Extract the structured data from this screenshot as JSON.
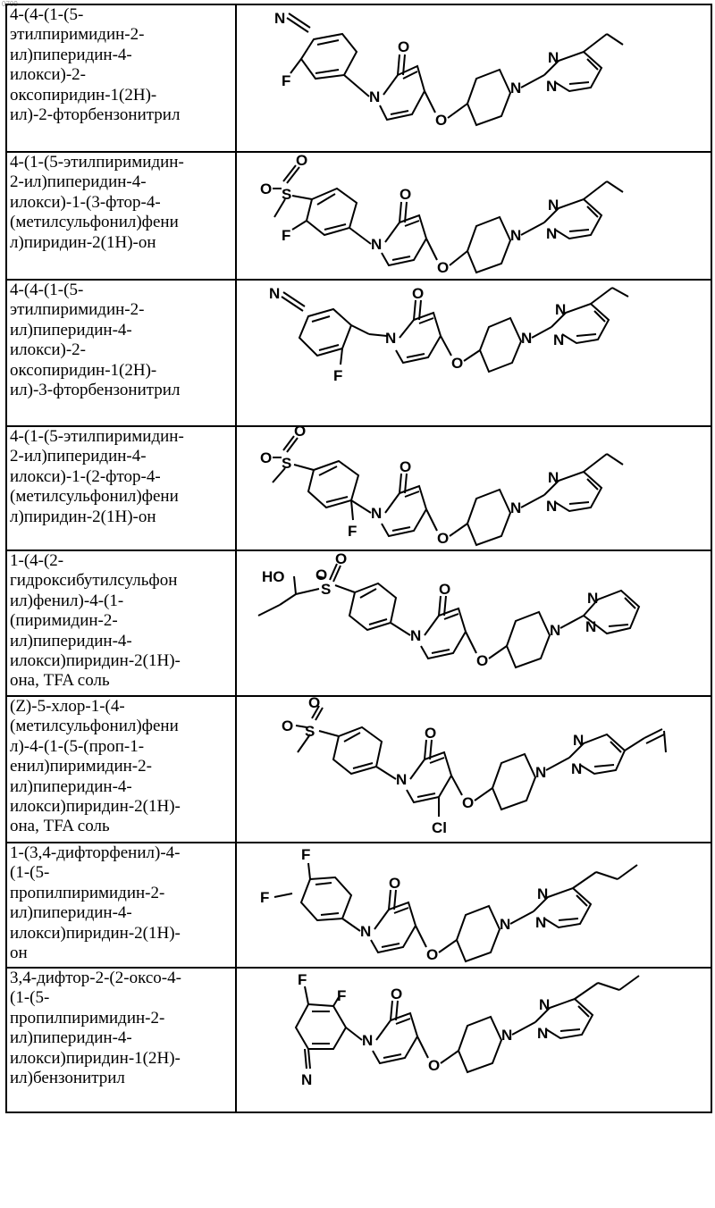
{
  "page_number": "0709",
  "compounds": [
    {
      "name": "4-(4-(1-(5-\nэтилпиримидин-2-\nил)пиперидин-4-\nилокси)-2-\nоксопиридин-1(2H)-\nил)-2-фторбензонитрил",
      "atoms": {
        "nitrile_n": "N",
        "fluoro": "F",
        "pyridone_n": "N",
        "carbonyl_o": "O",
        "ether_o": "O",
        "piperidine_n": "N",
        "pyrimidine_n1": "N",
        "pyrimidine_n2": "N"
      }
    },
    {
      "name": "4-(1-(5-этилпиримидин-\n2-ил)пиперидин-4-\nилокси)-1-(3-фтор-4-\n(метилсульфонил)фени\nл)пиридин-2(1H)-он",
      "atoms": {
        "sulfur": "S",
        "sulfonyl_o1": "O",
        "sulfonyl_o2": "O",
        "fluoro": "F",
        "pyridone_n": "N",
        "carbonyl_o": "O",
        "ether_o": "O",
        "piperidine_n": "N",
        "pyrimidine_n1": "N",
        "pyrimidine_n2": "N"
      }
    },
    {
      "name": "4-(4-(1-(5-\nэтилпиримидин-2-\nил)пиперидин-4-\nилокси)-2-\nоксопиридин-1(2H)-\nил)-3-фторбензонитрил",
      "atoms": {
        "nitrile_n": "N",
        "fluoro": "F",
        "pyridone_n": "N",
        "carbonyl_o": "O",
        "ether_o": "O",
        "piperidine_n": "N",
        "pyrimidine_n1": "N",
        "pyrimidine_n2": "N"
      }
    },
    {
      "name": "4-(1-(5-этилпиримидин-\n2-ил)пиперидин-4-\nилокси)-1-(2-фтор-4-\n(метилсульфонил)фени\nл)пиридин-2(1H)-он",
      "atoms": {
        "sulfur": "S",
        "sulfonyl_o1": "O",
        "sulfonyl_o2": "O",
        "fluoro": "F",
        "pyridone_n": "N",
        "carbonyl_o": "O",
        "ether_o": "O",
        "piperidine_n": "N",
        "pyrimidine_n1": "N",
        "pyrimidine_n2": "N"
      }
    },
    {
      "name": "1-(4-(2-\nгидроксибутилсульфон\nил)фенил)-4-(1-\n(пиримидин-2-\nил)пиперидин-4-\nилокси)пиридин-2(1H)-\nона, TFA соль",
      "atoms": {
        "hydroxyl": "HO",
        "sulfur": "S",
        "sulfonyl_o1": "O",
        "sulfonyl_o2": "O",
        "pyridone_n": "N",
        "carbonyl_o": "O",
        "ether_o": "O",
        "piperidine_n": "N",
        "pyrimidine_n1": "N",
        "pyrimidine_n2": "N"
      }
    },
    {
      "name": "(Z)-5-хлор-1-(4-\n(метилсульфонил)фени\nл)-4-(1-(5-(проп-1-\nенил)пиримидин-2-\nил)пиперидин-4-\nилокси)пиридин-2(1H)-\nона, TFA соль",
      "atoms": {
        "sulfur": "S",
        "sulfonyl_o1": "O",
        "sulfonyl_o2": "O",
        "chloro": "Cl",
        "pyridone_n": "N",
        "carbonyl_o": "O",
        "ether_o": "O",
        "piperidine_n": "N",
        "pyrimidine_n1": "N",
        "pyrimidine_n2": "N"
      }
    },
    {
      "name": "1-(3,4-дифторфенил)-4-\n(1-(5-\nпропилпиримидин-2-\nил)пиперидин-4-\nилокси)пиридин-2(1H)-\nон",
      "atoms": {
        "fluoro1": "F",
        "fluoro2": "F",
        "pyridone_n": "N",
        "carbonyl_o": "O",
        "ether_o": "O",
        "piperidine_n": "N",
        "pyrimidine_n1": "N",
        "pyrimidine_n2": "N"
      }
    },
    {
      "name": "3,4-дифтор-2-(2-оксо-4-\n(1-(5-\nпропилпиримидин-2-\nил)пиперидин-4-\nилокси)пиридин-1(2H)-\nил)бензонитрил",
      "atoms": {
        "fluoro1": "F",
        "fluoro2": "F",
        "nitrile_n": "N",
        "pyridone_n": "N",
        "carbonyl_o": "O",
        "ether_o": "O",
        "piperidine_n": "N",
        "pyrimidine_n1": "N",
        "pyrimidine_n2": "N"
      }
    }
  ]
}
